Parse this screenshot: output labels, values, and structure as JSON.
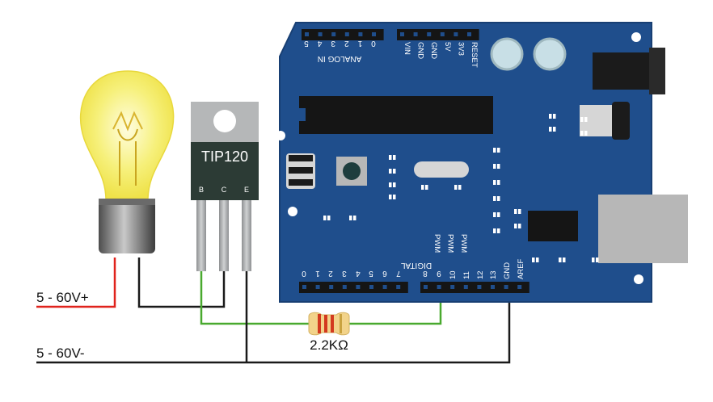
{
  "transistor": {
    "name": "TIP120",
    "pins": [
      "B",
      "C",
      "E"
    ]
  },
  "resistor": {
    "value": "2.2KΩ"
  },
  "supply": {
    "positive": "5 - 60V+",
    "negative": "5 - 60V-"
  },
  "board": {
    "analog_header_title": "ANALOG IN",
    "analog_pins": [
      "5",
      "4",
      "3",
      "2",
      "1",
      "0"
    ],
    "power_pins": [
      "VIN",
      "GND",
      "GND",
      "5V",
      "3V3",
      "RESET"
    ],
    "digital_header_title": "DIGITAL",
    "digital_pins": [
      "0",
      "1",
      "2",
      "3",
      "4",
      "5",
      "6",
      "7",
      "8",
      "9",
      "10",
      "11",
      "12",
      "13",
      "GND",
      "AREF"
    ],
    "pwm_label": "PWM",
    "pwm_pins": [
      "9",
      "10",
      "11"
    ]
  },
  "colors": {
    "board": "#1f4e8c",
    "board_edge": "#183f73",
    "wire_red": "#e0231c",
    "wire_green": "#49a92f",
    "wire_black": "#1a1a1a",
    "bulb_glass": "#f4ee6a",
    "transistor_body": "#2c3b35",
    "transistor_tab": "#b5b7b8",
    "resistor_body": "#f2d38a"
  },
  "icons": [
    "light-bulb-icon",
    "transistor-icon",
    "resistor-icon",
    "arduino-board-icon"
  ]
}
